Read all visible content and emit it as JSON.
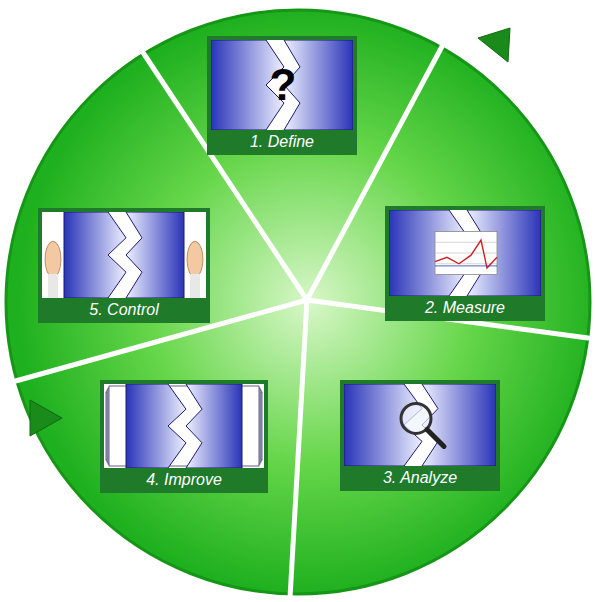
{
  "diagram": {
    "nodes": [
      {
        "text": [
          "1. Define"
        ]
      },
      {
        "text": [
          "2. Measure"
        ]
      },
      {
        "text": [
          "3. Analyze"
        ]
      },
      {
        "text": [
          "4. Improve"
        ]
      },
      {
        "text": [
          "5. Control"
        ]
      }
    ],
    "labels": [
      "?"
    ]
  }
}
